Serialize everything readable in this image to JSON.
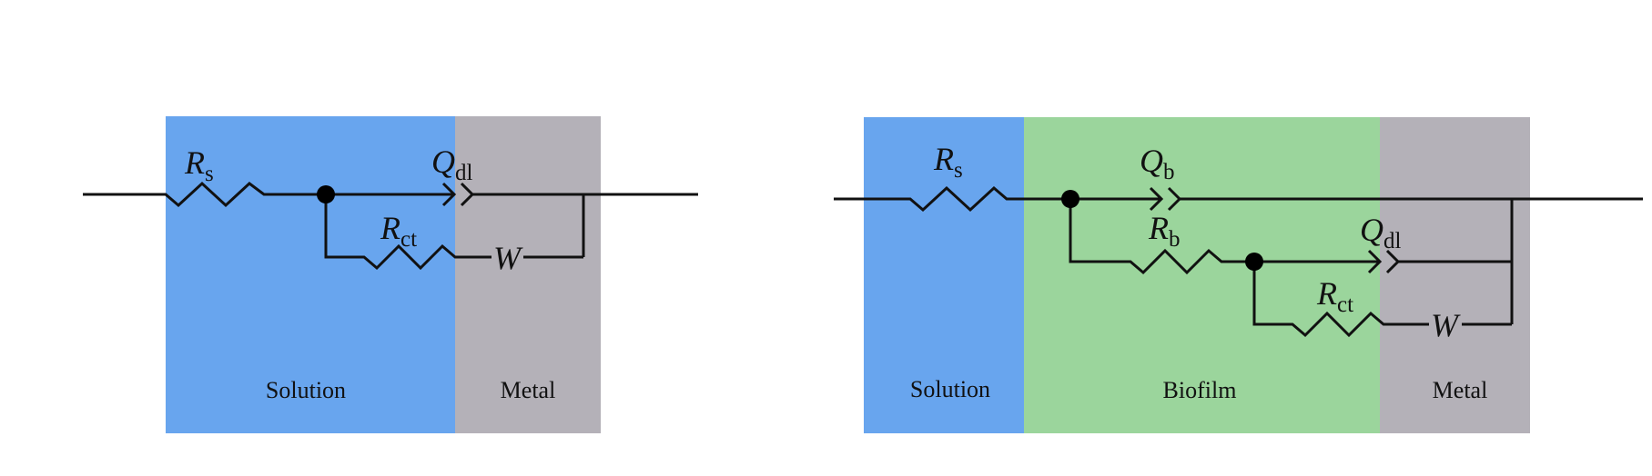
{
  "colors": {
    "solution": "#68a5ee",
    "biofilm": "#9bd59c",
    "metal": "#b4b1b8",
    "wire": "#111111"
  },
  "left_circuit": {
    "regions": {
      "solution": "Solution",
      "metal": "Metal"
    },
    "elements": {
      "rs": {
        "main": "R",
        "sub": "s"
      },
      "qdl": {
        "main": "Q",
        "sub": "dl"
      },
      "rct": {
        "main": "R",
        "sub": "ct"
      },
      "w": {
        "main": "W"
      }
    }
  },
  "right_circuit": {
    "regions": {
      "solution": "Solution",
      "biofilm": "Biofilm",
      "metal": "Metal"
    },
    "elements": {
      "rs": {
        "main": "R",
        "sub": "s"
      },
      "qb": {
        "main": "Q",
        "sub": "b"
      },
      "rb": {
        "main": "R",
        "sub": "b"
      },
      "qdl": {
        "main": "Q",
        "sub": "dl"
      },
      "rct": {
        "main": "R",
        "sub": "ct"
      },
      "w": {
        "main": "W"
      }
    }
  }
}
